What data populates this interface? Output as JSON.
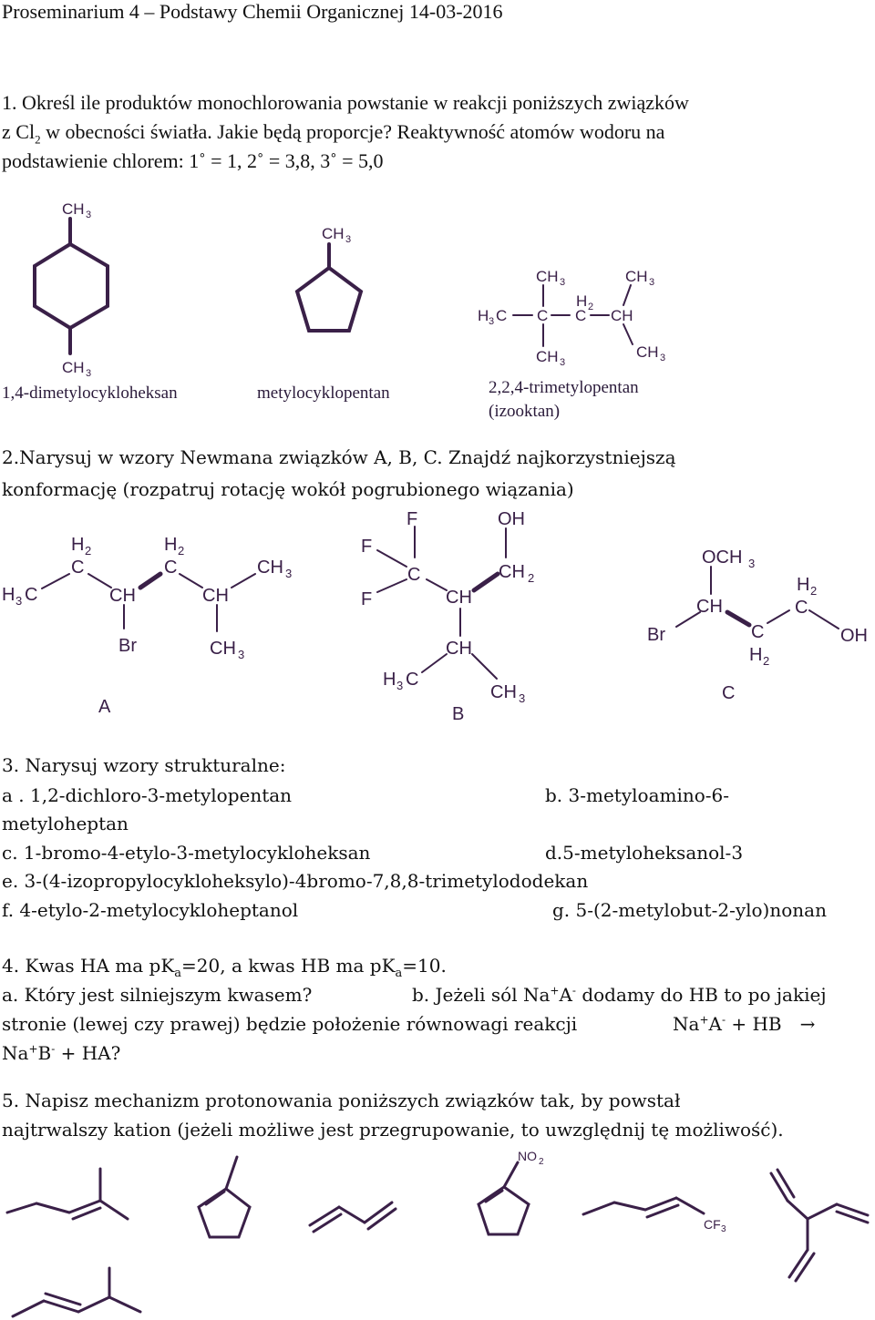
{
  "header": "Proseminarium 4 – Podstawy Chemii Organicznej  14-03-2016",
  "q1": {
    "line1": "1. Określ ile produktów monochlorowania powstanie w reakcji poniższych związków",
    "line2a": "z Cl",
    "line2sub": "2",
    "line2b": " w obecności światła. Jakie będą proporcje? Reaktywność atomów wodoru na",
    "line3": "podstawienie chlorem: 1˚ = 1,     2˚ = 3,8,       3˚ = 5,0",
    "captions": [
      "1,4-dimetylocykloheksan",
      "metylocyklopentan",
      "2,2,4-trimetylopentan",
      "(izooktan)"
    ]
  },
  "q2": {
    "line1": "2.Narysuj w wzory Newmana związków A, B, C. Znajdź najkorzystniejszą",
    "line2": "konformację (rozpatruj rotację wokół pogrubionego wiązania)",
    "labels": [
      "A",
      "B",
      "C"
    ]
  },
  "q3": {
    "title": "3. Narysuj wzory strukturalne:",
    "a": "a . 1,2-dichloro-3-metylopentan",
    "b": "b. 3-metyloamino-6-",
    "b2": "metyloheptan",
    "c": "c. 1-bromo-4-etylo-3-metylocykloheksan",
    "d": "d.5-metyloheksanol-3",
    "e": "e. 3-(4-izopropylocykloheksylo)-4bromo-7,8,8-trimetylododekan",
    "f": "f. 4-etylo-2-metylocykloheptanol",
    "g": "g. 5-(2-metylobut-2-ylo)nonan"
  },
  "q4": {
    "l1a": "4. Kwas HA ma pK",
    "l1b": "=20, a kwas HB ma pK",
    "l1c": "=10.",
    "sub_a": "a",
    "l2a": "a. Który jest silniejszym kwasem?",
    "l2b": "b. Jeżeli sól Na",
    "l2c": "A",
    "l2d": " dodamy do HB to po jakiej",
    "l3": "stronie (lewej czy prawej) będzie położenie równowagi reakcji",
    "l3eq_a": "Na",
    "l3eq_b": "A",
    "l3eq_c": " + HB",
    "arrow": "→",
    "l4a": "Na",
    "l4b": "B",
    "l4c": "  +  HA?",
    "plus": "+",
    "minus": "-"
  },
  "q5": {
    "line1": "5. Napisz mechanizm protonowania poniższych związków tak, by powstał",
    "line2": "najtrwalszy kation (jeżeli możliwe jest przegrupowanie, to uwzględnij tę możliwość)."
  },
  "chem": {
    "CH3": "CH",
    "H3C_H": "H",
    "H3C_C": "C",
    "three": "3",
    "two": "2",
    "C": "C",
    "CH": "CH",
    "H": "H",
    "Br": "Br",
    "F": "F",
    "OH": "OH",
    "OCH": "OCH",
    "N": "N",
    "O": "O",
    "CF": "CF"
  },
  "colors": {
    "text": "#111111",
    "structure": "#3a2048"
  }
}
